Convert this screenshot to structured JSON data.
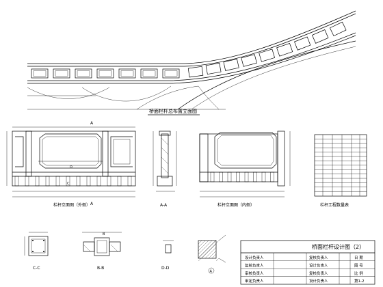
{
  "captions": {
    "elevation": "桥面栏杆总布置立面图",
    "panel_elevation_face": "栏杆立面图（外侧）",
    "section_aa": "A-A",
    "panel_elevation_inner": "栏杆立面图（内侧）",
    "table_title": "栏杆工程数量表",
    "section_cc": "C-C",
    "section_bb": "B-B",
    "section_dd": "D-D",
    "detail_a": "A"
  },
  "section_marks": {
    "a_top": "A",
    "a_bottom": "A",
    "c_left": "C",
    "c_right": "C",
    "b": "B",
    "d": "D",
    "detail_circle": "A"
  },
  "title_block": {
    "drawing_name": "桥面栏杆设计图（2）",
    "rows": [
      {
        "left": "设计负责人",
        "mid": "复核负责人",
        "right": "日 期"
      },
      {
        "left": "复核负责人",
        "mid": "设计负责人",
        "right": "图 号"
      },
      {
        "left": "审核负责人",
        "mid": "复核负责人",
        "right": "比 例"
      },
      {
        "left": "审定负责人",
        "mid": "设计负责人",
        "right": "第1-2"
      }
    ]
  }
}
